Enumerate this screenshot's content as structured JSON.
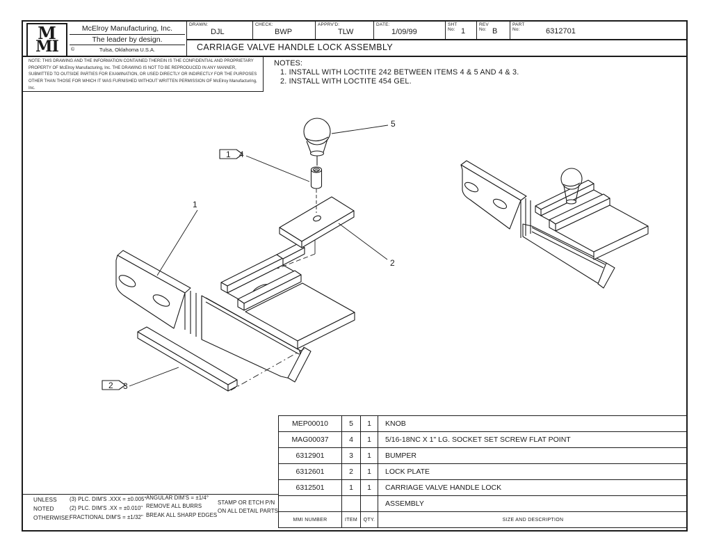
{
  "title_block": {
    "logo": {
      "line1": "M",
      "line2": "MI"
    },
    "company": {
      "name": "McElroy Manufacturing, Inc.",
      "tagline": "The leader by design.",
      "symbol": "©",
      "location": "Tulsa, Oklahoma U.S.A."
    },
    "fields": [
      {
        "label": "DRAWN:",
        "value": "DJL"
      },
      {
        "label": "CHECK:",
        "value": "BWP"
      },
      {
        "label": "APPRV'D:",
        "value": "TLW"
      },
      {
        "label": "DATE:",
        "value": "1/09/99"
      },
      {
        "label": "SHT No:",
        "value": "1"
      },
      {
        "label": "REV No:",
        "value": "B"
      },
      {
        "label": "PART No:",
        "value": "6312701"
      }
    ],
    "drawing_title": "CARRIAGE VALVE HANDLE LOCK ASSEMBLY"
  },
  "confidentiality_note": "NOTE: THIS DRAWING AND THE INFORMATION CONTAINED THEREIN IS THE CONFIDENTIAL AND PROPRIETARY PROPERTY OF McElroy Manufacturing, Inc. THE DRAWING IS NOT TO BE REPRODUCED IN ANY MANNER, SUBMITTED TO OUTSIDE PARTIES FOR EXAMINATION, OR USED DIRECTLY OR INDIRECTLY FOR THE PURPOSES OTHER THAN THOSE FOR WHICH IT WAS FURNISHED WITHOUT WRITTEN PERMISSION OF McElroy Manufacturing, Inc.",
  "notes": {
    "heading": "NOTES:",
    "items": [
      "1. INSTALL WITH LOCTITE 242 BETWEEN ITEMS 4 & 5 AND 4 & 3.",
      "2. INSTALL WITH LOCTITE 454 GEL."
    ]
  },
  "drawing": {
    "callouts": {
      "item_1": "1",
      "item_2": "2",
      "item_3": "3",
      "item_4": "4",
      "item_5": "5",
      "flag_note_a": "1",
      "flag_note_b": "2"
    }
  },
  "bom": {
    "headers": {
      "mmi_number": "MMI NUMBER",
      "item": "ITEM",
      "qty": "QTY.",
      "description": "SIZE AND DESCRIPTION"
    },
    "rows": [
      {
        "mmi_number": "MEP00010",
        "item": "5",
        "qty": "1",
        "description": "KNOB"
      },
      {
        "mmi_number": "MAG00037",
        "item": "4",
        "qty": "1",
        "description": "5/16-18NC X 1\" LG. SOCKET SET SCREW FLAT POINT"
      },
      {
        "mmi_number": "6312901",
        "item": "3",
        "qty": "1",
        "description": "BUMPER"
      },
      {
        "mmi_number": "6312601",
        "item": "2",
        "qty": "1",
        "description": "LOCK PLATE"
      },
      {
        "mmi_number": "6312501",
        "item": "1",
        "qty": "1",
        "description": "CARRIAGE VALVE HANDLE LOCK"
      },
      {
        "mmi_number": "",
        "item": "",
        "qty": "",
        "description": "ASSEMBLY"
      }
    ]
  },
  "tolerance_block": {
    "col1": [
      "UNLESS",
      "NOTED",
      "OTHERWISE:"
    ],
    "col2": [
      "(3) PLC. DIM'S .XXX = ±0.005\"",
      "(2) PLC. DIM'S .XX = ±0.010\"",
      "FRACTIONAL DIM'S = ±1/32\""
    ],
    "col3": [
      "ANGULAR DIM'S = ±1/4°",
      "REMOVE ALL BURRS",
      "BREAK ALL SHARP EDGES"
    ],
    "col4": [
      "STAMP OR ETCH P/N",
      "ON ALL DETAIL PARTS"
    ]
  },
  "colors": {
    "line": "#1a1a1a",
    "bg": "#ffffff"
  }
}
